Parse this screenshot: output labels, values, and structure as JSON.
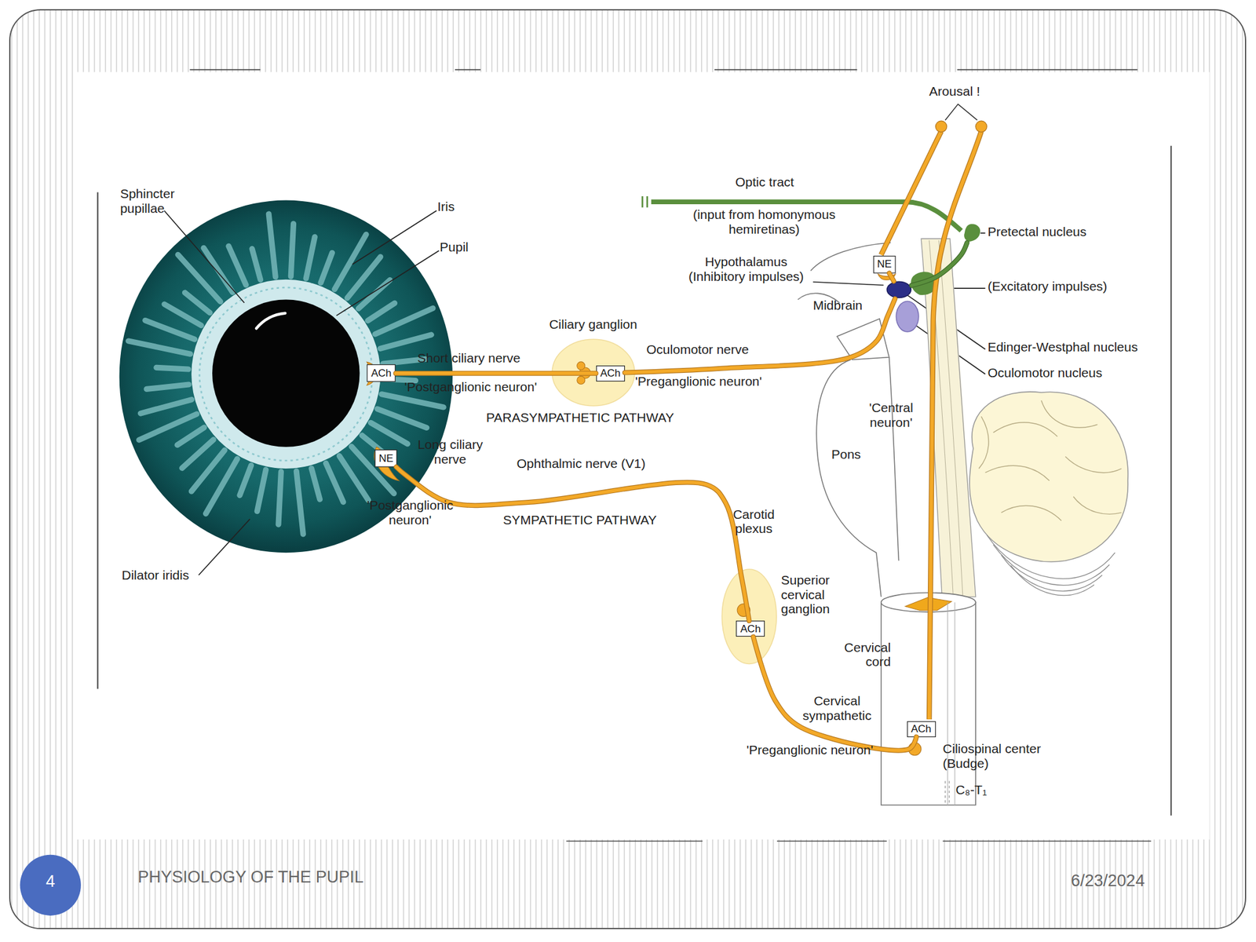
{
  "diagram": {
    "nodes": [
      {
        "text": [
          "Ciliary ganglion"
        ]
      },
      {
        "text": [
          "ACh"
        ],
        "in": 0
      },
      {
        "text": [
          "ACh"
        ]
      },
      {
        "text": [
          "NE"
        ]
      },
      {
        "text": [
          "Superior cervical ganglion"
        ]
      },
      {
        "text": [
          "ACh"
        ],
        "in": 4
      },
      {
        "text": [
          "Pretectal nucleus"
        ]
      },
      {
        "text": [
          "Edinger-Westphal nucleus"
        ]
      },
      {
        "text": [
          "Oculomotor nucleus"
        ]
      },
      {
        "text": [
          "NE"
        ]
      },
      {
        "text": [
          "ACh"
        ]
      }
    ],
    "edges": [
      {
        "from": 1,
        "to": 2,
        "arrow": "none",
        "label": "Short ciliary nerve"
      },
      {
        "from": 7,
        "to": 1,
        "arrow": "none",
        "label": "Oculomotor nerve"
      },
      {
        "from": 6,
        "to": 7,
        "arrow": "none"
      },
      {
        "from": 9,
        "to": 7,
        "arrow": "none"
      },
      {
        "from": 10,
        "to": 5,
        "arrow": "none",
        "label": "Cervical sympathetic"
      },
      {
        "from": 5,
        "to": 3,
        "arrow": "none",
        "label": "Ophthalmic nerve (V1)"
      }
    ],
    "labels": [
      "Arousal !",
      "Optic tract",
      "(input from homonymous hemiretinas)",
      "Hypothalamus (Inhibitory impulses)",
      "Midbrain",
      "(Excitatory impulses)",
      "'Central neuron'",
      "Pons",
      "Cervical cord",
      "Ciliospinal center (Budge)",
      "C₈-T₁",
      "'Preganglionic neuron'",
      "Carotid plexus",
      "SYMPATHETIC PATHWAY",
      "'Postganglionic neuron'",
      "Long ciliary nerve",
      "Dilator iridis",
      "Sphincter pupillae",
      "Iris",
      "Pupil",
      "'Postganglionic neuron'",
      "'Preganglionic neuron'",
      "PARASYMPATHETIC PATHWAY",
      "4",
      "PHYSIOLOGY OF THE PUPIL",
      "6/23/2024"
    ]
  }
}
